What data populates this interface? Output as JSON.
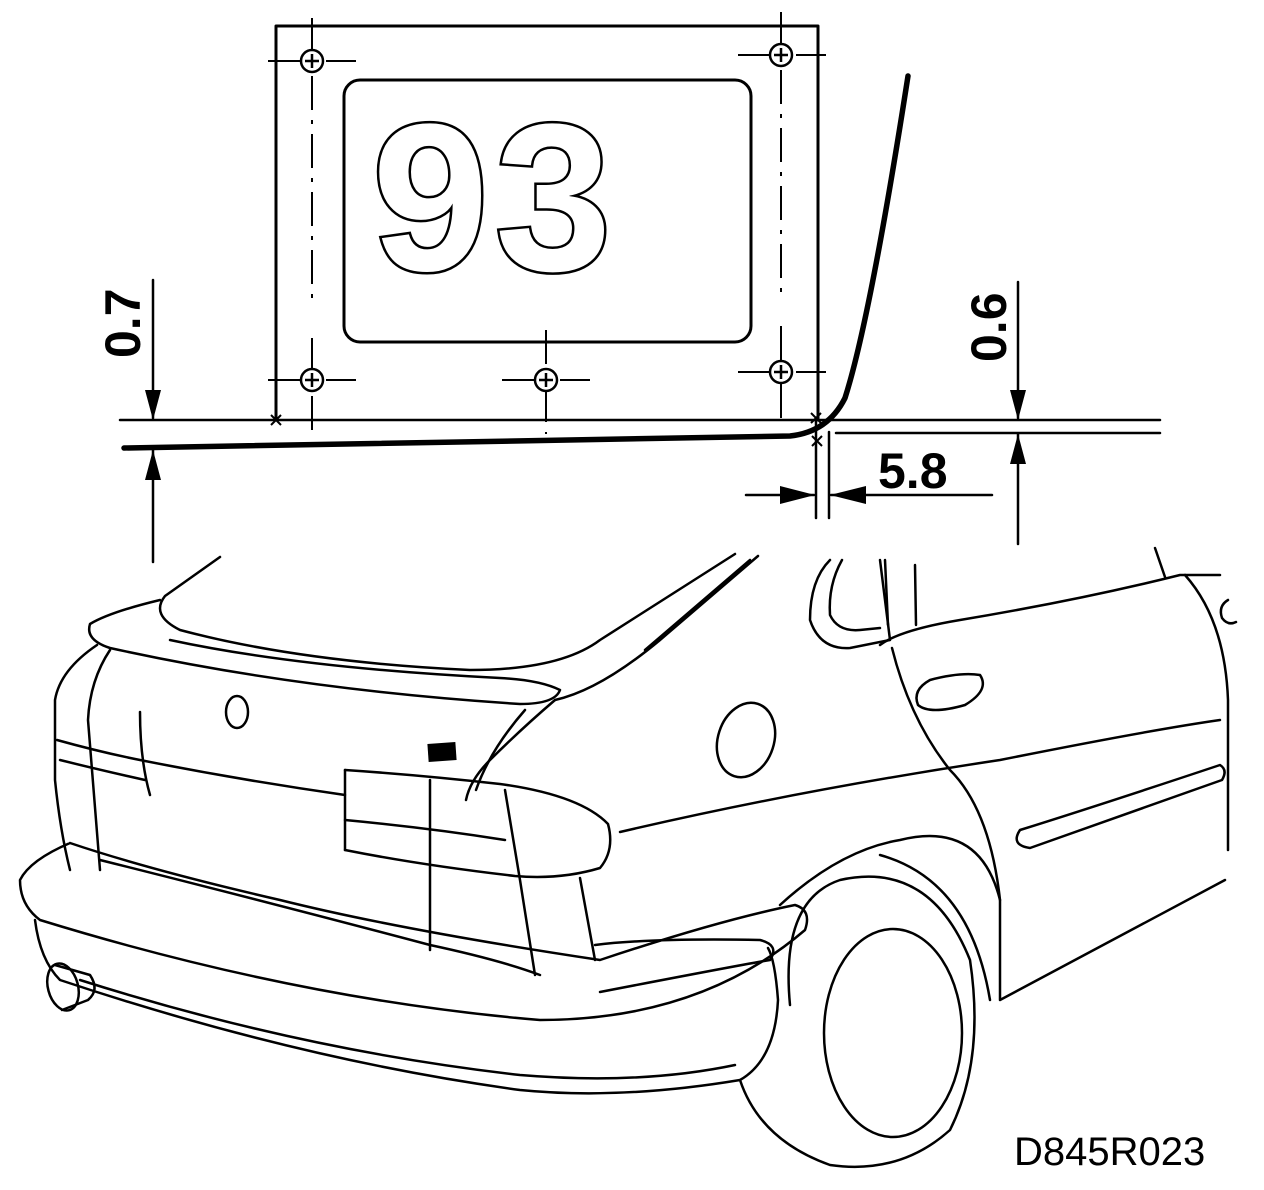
{
  "badge": {
    "text": "93"
  },
  "dimensions": {
    "left_vertical": "0.7",
    "right_vertical": "0.6",
    "horizontal": "5.8"
  },
  "figure_code": "D845R023",
  "colors": {
    "ink": "#000000",
    "paper": "#ffffff"
  }
}
